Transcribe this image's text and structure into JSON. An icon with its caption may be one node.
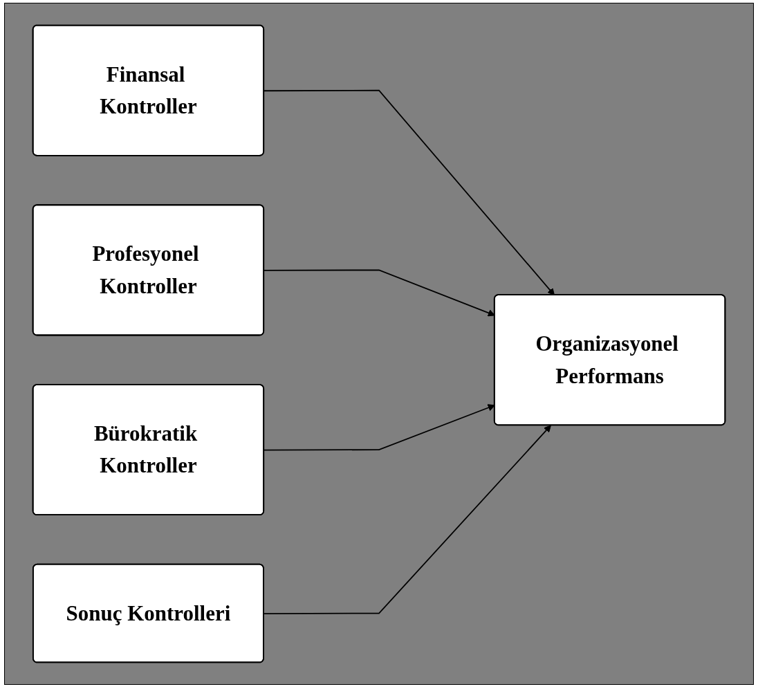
{
  "diagram": {
    "nodes": [
      {
        "text": [
          "Finansal Kontroller"
        ]
      },
      {
        "text": [
          "Profesyonel Kontroller"
        ]
      },
      {
        "text": [
          "Bürokratik Kontroller"
        ]
      },
      {
        "text": [
          "Sonuç Kontrolleri"
        ]
      },
      {
        "text": [
          "Organizasyonel Performans"
        ]
      }
    ],
    "edges": [
      {
        "from": 0,
        "to": 4,
        "arrow": "to"
      },
      {
        "from": 1,
        "to": 4,
        "arrow": "to"
      },
      {
        "from": 2,
        "to": 4,
        "arrow": "to"
      },
      {
        "from": 3,
        "to": 4,
        "arrow": "to"
      }
    ]
  }
}
